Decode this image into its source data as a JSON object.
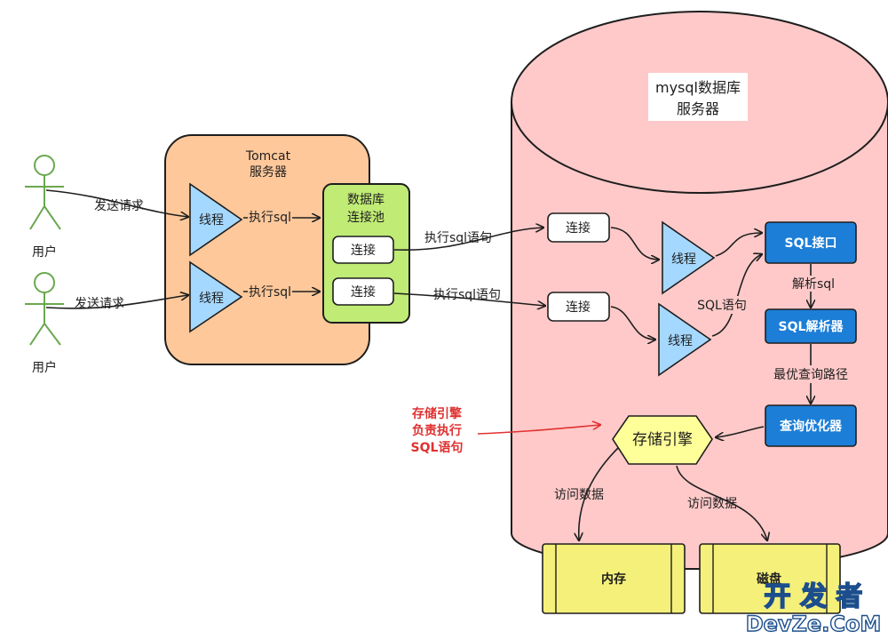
{
  "users": [
    {
      "label": "用户",
      "request_label": "发送请求"
    },
    {
      "label": "用户",
      "request_label": "发送请求"
    }
  ],
  "tomcat": {
    "title_line1": "Tomcat",
    "title_line2": "服务器",
    "threads": [
      {
        "label": "线程",
        "exec_label": "执行sql"
      },
      {
        "label": "线程",
        "exec_label": "执行sql"
      }
    ]
  },
  "pool": {
    "title_line1": "数据库",
    "title_line2": "连接池",
    "connections": [
      {
        "label": "连接",
        "exec_label": "执行sql语句"
      },
      {
        "label": "连接",
        "exec_label": "执行sql语句"
      }
    ]
  },
  "mysql": {
    "title_line1": "mysql数据库",
    "title_line2": "服务器",
    "connections": [
      "连接",
      "连接"
    ],
    "threads": [
      "线程",
      "线程"
    ],
    "sql_statement_label": "SQL语句",
    "sql_interface": "SQL接口",
    "parse_label": "解析sql",
    "sql_parser": "SQL解析器",
    "best_path_label": "最优查询路径",
    "optimizer": "查询优化器",
    "engine": "存储引擎",
    "access_label_left": "访问数据",
    "access_label_right": "访问数据"
  },
  "note": {
    "line1": "存储引擎",
    "line2": "负责执行",
    "line3": "SQL语句"
  },
  "storage": {
    "memory": "内存",
    "disk": "磁盘"
  },
  "watermark": {
    "line1": "开 发 者",
    "line2": "DevZe.CoM"
  },
  "colors": {
    "tomcat_fill": "#ffc89a",
    "pool_fill": "#c0eb75",
    "mysql_fill": "#ffc9c9",
    "thread_fill": "#a5d8ff",
    "blue_box": "#1c7ed6",
    "engine_fill": "#ffff99",
    "storage_fill": "#f5f07a",
    "user_stroke": "#6aa84f",
    "note_red": "#e03131"
  }
}
